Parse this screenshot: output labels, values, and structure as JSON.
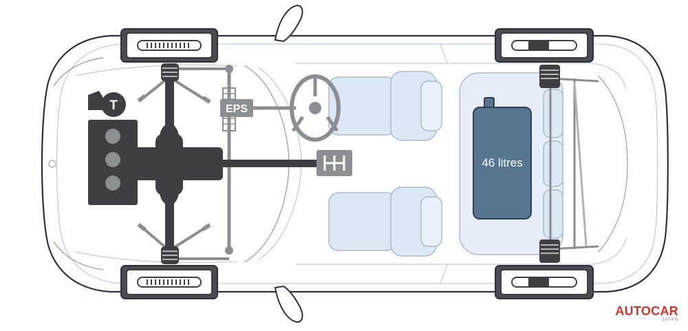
{
  "diagram": {
    "eps_label": "EPS",
    "fuel_tank_label": "46 litres",
    "turbo_label": "T"
  },
  "watermark": {
    "brand": "AUTOCAR",
    "region": "JAPAN"
  },
  "colors": {
    "outline": "#2b3140",
    "body_line": "#8f9aab",
    "drivetrain": "#3e3e43",
    "suspension": "#8b8e93",
    "tire": "#4c4c50",
    "seat_fill": "#dce8f4",
    "seat_line": "#9dafc6",
    "tank_fill": "#57758e",
    "tank_line": "#2e4152",
    "watermark_red": "#d6342c",
    "watermark_grey": "#7a7f87"
  },
  "icons": [
    "turbo-icon",
    "gearshift-icon",
    "steering-wheel-icon"
  ]
}
